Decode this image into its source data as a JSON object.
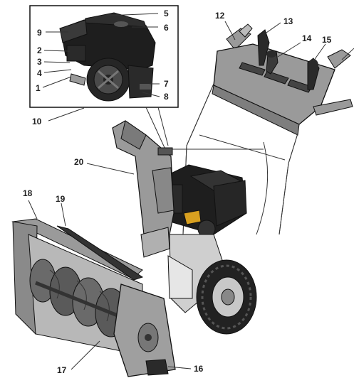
{
  "diagram": {
    "callouts": {
      "c1": "1",
      "c2": "2",
      "c3": "3",
      "c4": "4",
      "c5": "5",
      "c6": "6",
      "c7": "7",
      "c8": "8",
      "c9": "9",
      "c10": "10",
      "c12": "12",
      "c13": "13",
      "c14": "14",
      "c15": "15",
      "c16": "16",
      "c17": "17",
      "c18": "18",
      "c19": "19",
      "c20": "20"
    },
    "colors": {
      "body_gray": "#8f8f8f",
      "light_gray": "#b5b5b5",
      "dark": "#2b2b2b",
      "engine_black": "#1e1e1e",
      "outline": "#111111"
    }
  }
}
